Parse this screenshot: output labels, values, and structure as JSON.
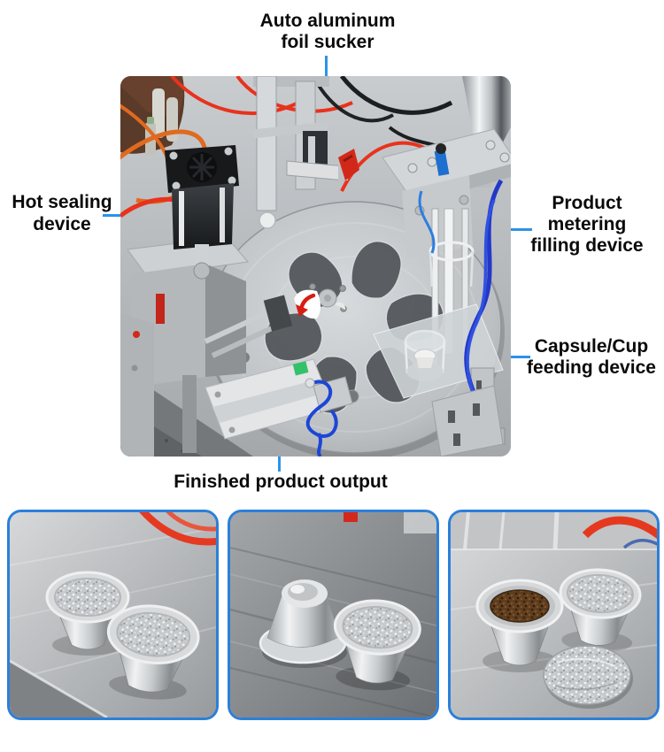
{
  "page": {
    "background": "#ffffff"
  },
  "colors": {
    "callout_blue": "#2b93e8",
    "photo_border_blue": "#2d7fd8",
    "label_text": "#0a0a0a",
    "rotation_arrow_red": "#d81e12"
  },
  "labels": {
    "foil_sucker": {
      "text": "Auto aluminum\nfoil sucker"
    },
    "hot_sealing": {
      "text": "Hot sealing\ndevice"
    },
    "metering": {
      "text": "Product\nmetering\nfilling device"
    },
    "capsule_feeding": {
      "text": "Capsule/Cup\nfeeding device"
    },
    "finished_output": {
      "text": "Finished product output"
    }
  },
  "figures": {
    "main_photo": {
      "description": "Top view of rotary capsule filling machine with aluminum turntable, hot sealing cylinder, foil sucker tower, powder hopper and pneumatic tubing"
    },
    "photo_1": {
      "description": "Two sealed aluminum capsules with crinkled foil lids on a steel table"
    },
    "photo_2": {
      "description": "Empty aluminum capsule upside down beside a sealed foil-top capsule"
    },
    "photo_3": {
      "description": "Aluminum capsule filled with coffee, a sealed capsule and a loose foil lid"
    }
  }
}
